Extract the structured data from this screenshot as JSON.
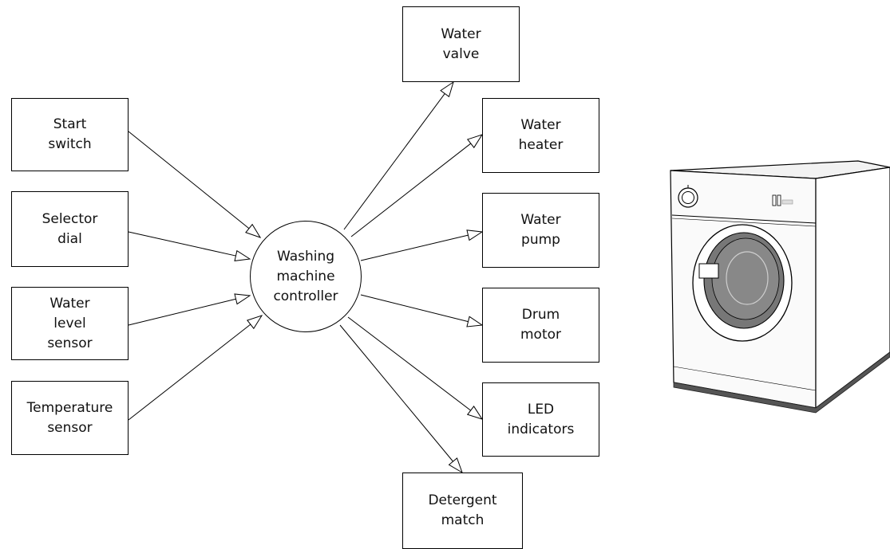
{
  "controller": {
    "lines": [
      "Washing",
      "machine",
      "controller"
    ]
  },
  "inputs": [
    {
      "id": "start-switch",
      "lines": [
        "Start",
        "switch"
      ]
    },
    {
      "id": "selector-dial",
      "lines": [
        "Selector",
        "dial"
      ]
    },
    {
      "id": "water-level-sensor",
      "lines": [
        "Water",
        "level",
        "sensor"
      ]
    },
    {
      "id": "temperature-sensor",
      "lines": [
        "Temperature",
        "sensor"
      ]
    }
  ],
  "outputs": [
    {
      "id": "water-valve",
      "lines": [
        "Water",
        "valve"
      ]
    },
    {
      "id": "water-heater",
      "lines": [
        "Water",
        "heater"
      ]
    },
    {
      "id": "water-pump",
      "lines": [
        "Water",
        "pump"
      ]
    },
    {
      "id": "drum-motor",
      "lines": [
        "Drum",
        "motor"
      ]
    },
    {
      "id": "led-indicators",
      "lines": [
        "LED",
        "indicators"
      ]
    },
    {
      "id": "detergent-match",
      "lines": [
        "Detergent",
        "match"
      ]
    }
  ],
  "illustration": {
    "icon": "washing-machine-icon"
  }
}
